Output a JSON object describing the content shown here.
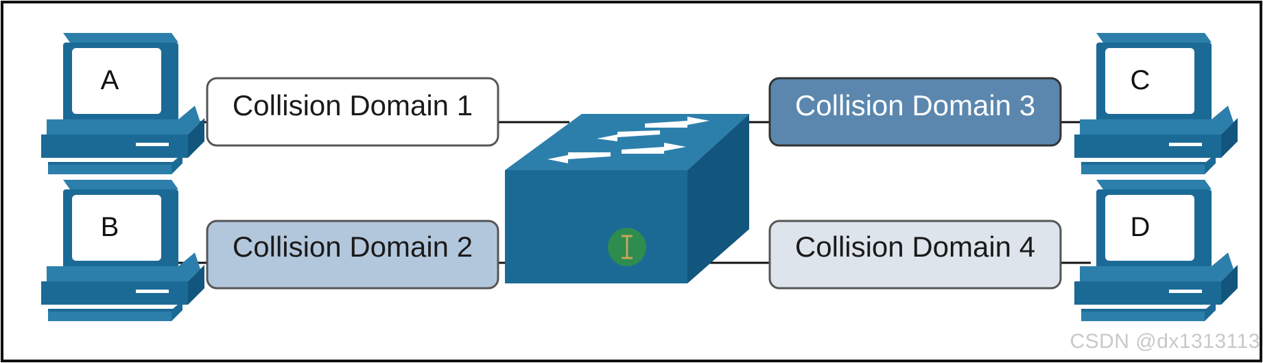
{
  "diagram": {
    "pcs": [
      {
        "id": "pc-a",
        "label": "A"
      },
      {
        "id": "pc-b",
        "label": "B"
      },
      {
        "id": "pc-c",
        "label": "C"
      },
      {
        "id": "pc-d",
        "label": "D"
      }
    ],
    "domains": [
      {
        "id": "domain-1",
        "label": "Collision Domain 1",
        "fill": "#ffffff",
        "text_color": "#1a1a1a"
      },
      {
        "id": "domain-2",
        "label": "Collision Domain 2",
        "fill": "#b3c7dc",
        "text_color": "#1a1a1a"
      },
      {
        "id": "domain-3",
        "label": "Collision Domain 3",
        "fill": "#5b87ae",
        "text_color": "#ffffff"
      },
      {
        "id": "domain-4",
        "label": "Collision Domain 4",
        "fill": "#dde4ec",
        "text_color": "#1a1a1a"
      }
    ],
    "switch_icon": "network-switch-icon",
    "cursor_icon": "text-cursor-icon"
  },
  "colors": {
    "device_blue": "#1b6a96",
    "device_blue_dark": "#12567d",
    "device_blue_light": "#2d7fab",
    "cable": "#111111",
    "cursor_dot": "#2f8f48"
  },
  "watermark": "CSDN @dx1313113"
}
